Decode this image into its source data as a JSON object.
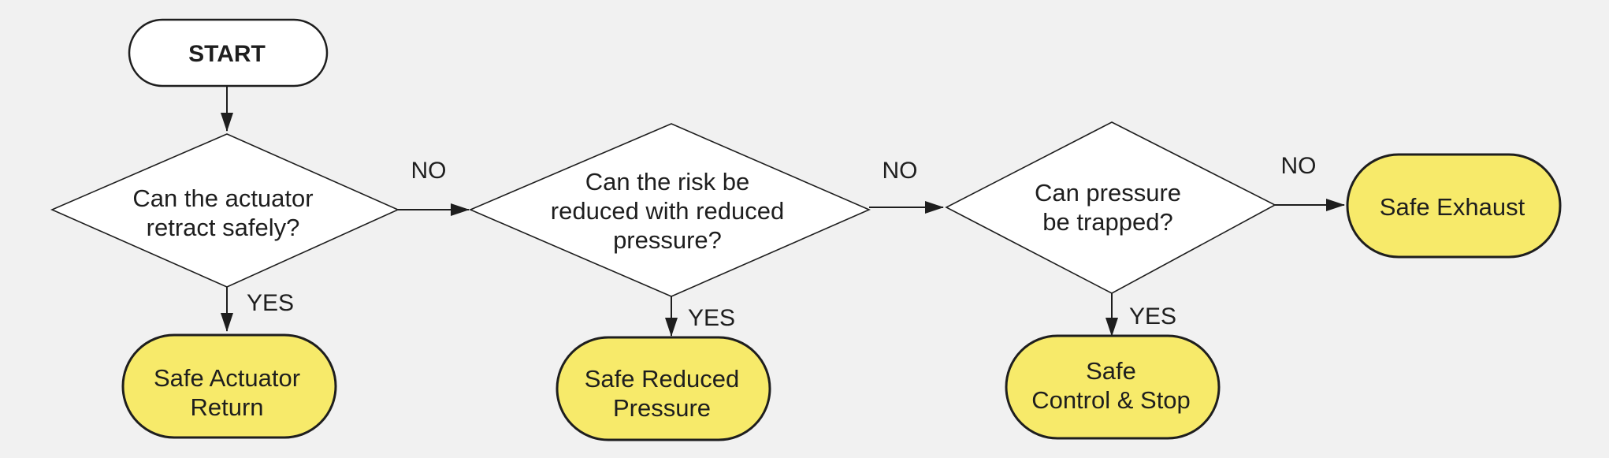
{
  "diagram": {
    "start": {
      "label": "START"
    },
    "decisions": [
      {
        "lines": [
          "Can the actuator",
          "retract safely?"
        ]
      },
      {
        "lines": [
          "Can the risk be",
          "reduced with reduced",
          "pressure?"
        ]
      },
      {
        "lines": [
          "Can pressure",
          "be trapped?"
        ]
      }
    ],
    "outcomes": [
      {
        "lines": [
          "Safe Actuator",
          "Return"
        ]
      },
      {
        "lines": [
          "Safe Reduced",
          "Pressure"
        ]
      },
      {
        "lines": [
          "Safe",
          "Control & Stop"
        ]
      },
      {
        "lines": [
          "Safe Exhaust"
        ]
      }
    ],
    "edge_labels": {
      "yes": "YES",
      "no": "NO"
    },
    "colors": {
      "background": "#f1f1f1",
      "outcome_fill": "#f7ea6a",
      "decision_fill": "#ffffff",
      "stroke": "#1e1e1e"
    }
  }
}
